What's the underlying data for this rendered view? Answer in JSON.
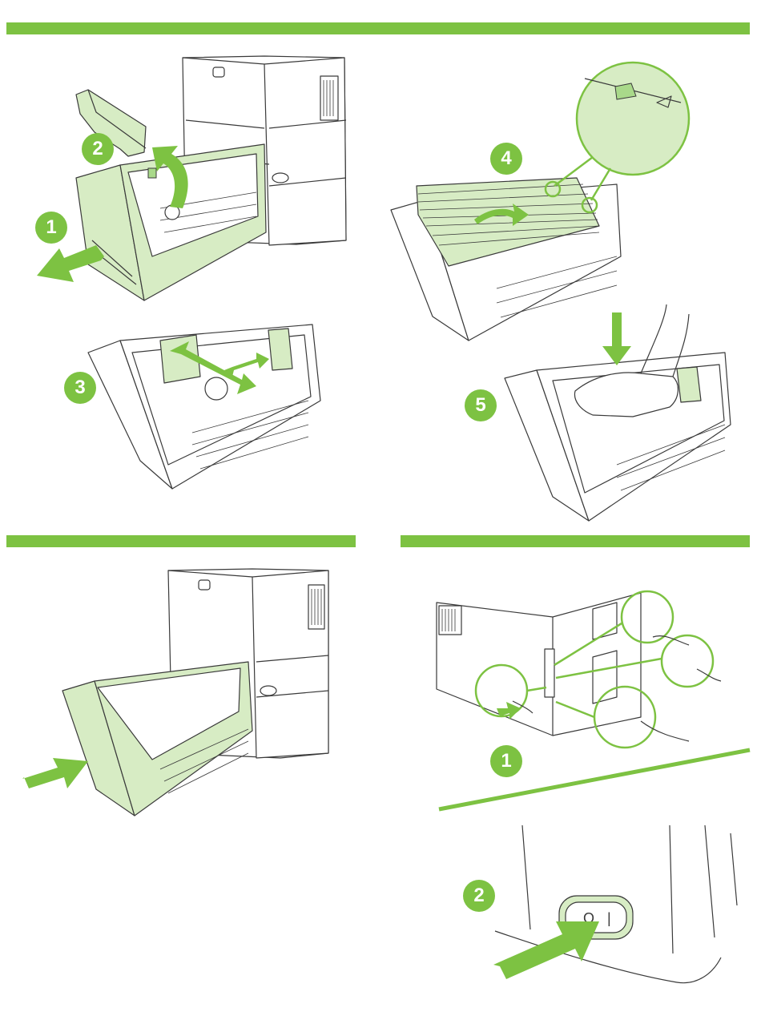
{
  "colors": {
    "accent_green": "#7dc242",
    "light_green": "#d7ecc4",
    "mid_green": "#a9d98a",
    "line": "#3a3a3a",
    "paper": "#ffffff"
  },
  "section1": {
    "steps": [
      {
        "label": "1",
        "icon": "pull-arrow-icon"
      },
      {
        "label": "2",
        "icon": "lift-cover-arrow-icon"
      },
      {
        "label": "3",
        "icon": "adjust-guides-arrow-icon"
      },
      {
        "label": "4",
        "icon": "load-paper-arrow-icon"
      },
      {
        "label": "5",
        "icon": "press-down-arrow-icon"
      }
    ]
  },
  "section3": {
    "steps": [
      {
        "label": "1",
        "icon": "connect-cable-arrow-icon"
      },
      {
        "label": "2",
        "icon": "power-switch-arrow-icon"
      }
    ],
    "power_switch": {
      "off_symbol": "O",
      "on_symbol": "|"
    }
  }
}
